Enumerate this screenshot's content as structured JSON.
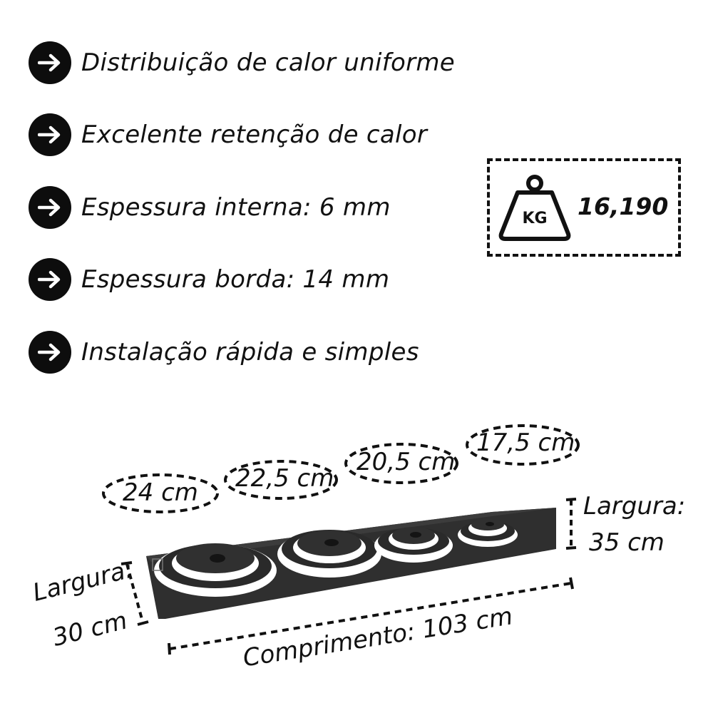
{
  "features": [
    {
      "icon": "arrow-right-icon",
      "text": "Distribuição de calor uniforme"
    },
    {
      "icon": "arrow-right-icon",
      "text": "Excelente retenção de calor"
    },
    {
      "icon": "arrow-right-icon",
      "text": "Espessura interna: 6 mm"
    },
    {
      "icon": "arrow-right-icon",
      "text": "Espessura borda: 14 mm"
    },
    {
      "icon": "arrow-right-icon",
      "text": "Instalação rápida e simples"
    }
  ],
  "weight": {
    "icon": "kg-weight-icon",
    "unit": "KG",
    "value": "16,190"
  },
  "diameters": [
    "24 cm",
    "22,5 cm",
    "20,5 cm",
    "17,5 cm"
  ],
  "dimensions": {
    "width_right_label": "Largura:",
    "width_right_value": "35 cm",
    "width_left_label": "Largura:",
    "width_left_value": "30 cm",
    "length_label": "Comprimento: 103 cm"
  },
  "colors": {
    "plate": "#2e2e2e",
    "ink": "#111111",
    "background": "#ffffff"
  }
}
